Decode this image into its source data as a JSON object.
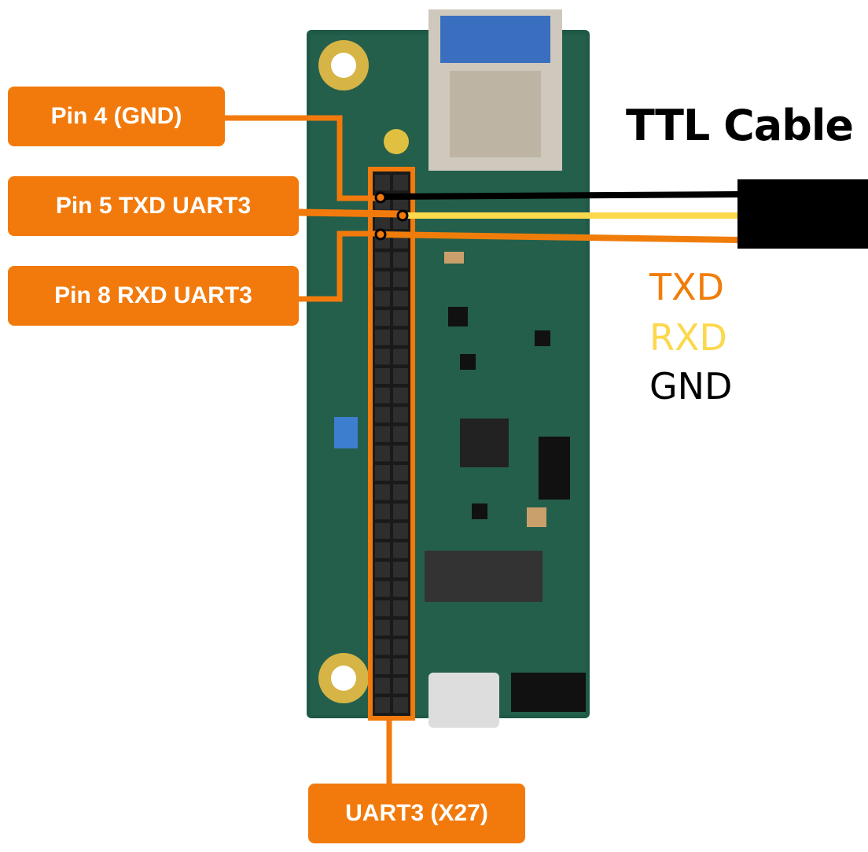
{
  "title": "TTL Cable",
  "labels": {
    "pin4": "Pin 4 (GND)",
    "pin5": "Pin 5 TXD UART3",
    "pin8": "Pin 8 RXD UART3",
    "header": "UART3 (X27)"
  },
  "legend": [
    {
      "text": "TXD",
      "color": "#f07d0a"
    },
    {
      "text": "RXD",
      "color": "#fcd84c"
    },
    {
      "text": "GND",
      "color": "#000000"
    }
  ],
  "colors": {
    "accent": "#f27a0c",
    "board": "#1f5a48"
  }
}
